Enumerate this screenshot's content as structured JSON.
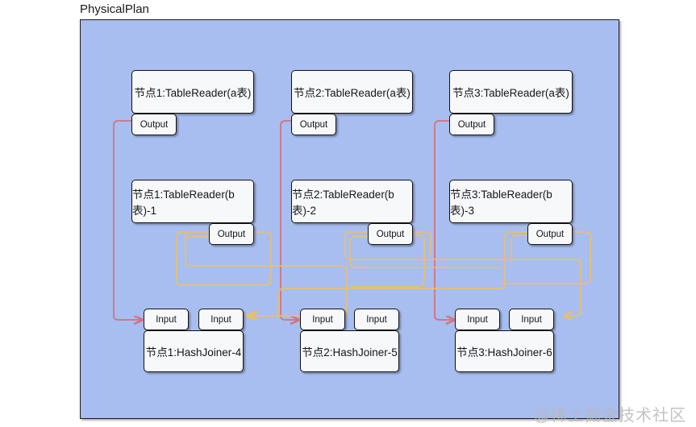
{
  "diagram": {
    "title": "PhysicalPlan",
    "panel_color": "#a8bdf0",
    "node_fill": "#f7f8fa",
    "node_border": "#111111",
    "edge_colors": {
      "red": "#d4717a",
      "orange": "#e8c06a"
    },
    "watermark": "@稀土掘金技术社区",
    "rows": {
      "table_reader_a": [
        {
          "label": "节点1:TableReader(a表)",
          "port": "Output"
        },
        {
          "label": "节点2:TableReader(a表)",
          "port": "Output"
        },
        {
          "label": "节点3:TableReader(a表)",
          "port": "Output"
        }
      ],
      "table_reader_b": [
        {
          "label": "节点1:TableReader(b表)-1",
          "port": "Output"
        },
        {
          "label": "节点2:TableReader(b表)-2",
          "port": "Output"
        },
        {
          "label": "节点3:TableReader(b表)-3",
          "port": "Output"
        }
      ],
      "hash_joiner": [
        {
          "label": "节点1:HashJoiner-4",
          "ports": [
            "Input",
            "Input"
          ]
        },
        {
          "label": "节点2:HashJoiner-5",
          "ports": [
            "Input",
            "Input"
          ]
        },
        {
          "label": "节点3:HashJoiner-6",
          "ports": [
            "Input",
            "Input"
          ]
        }
      ]
    }
  }
}
